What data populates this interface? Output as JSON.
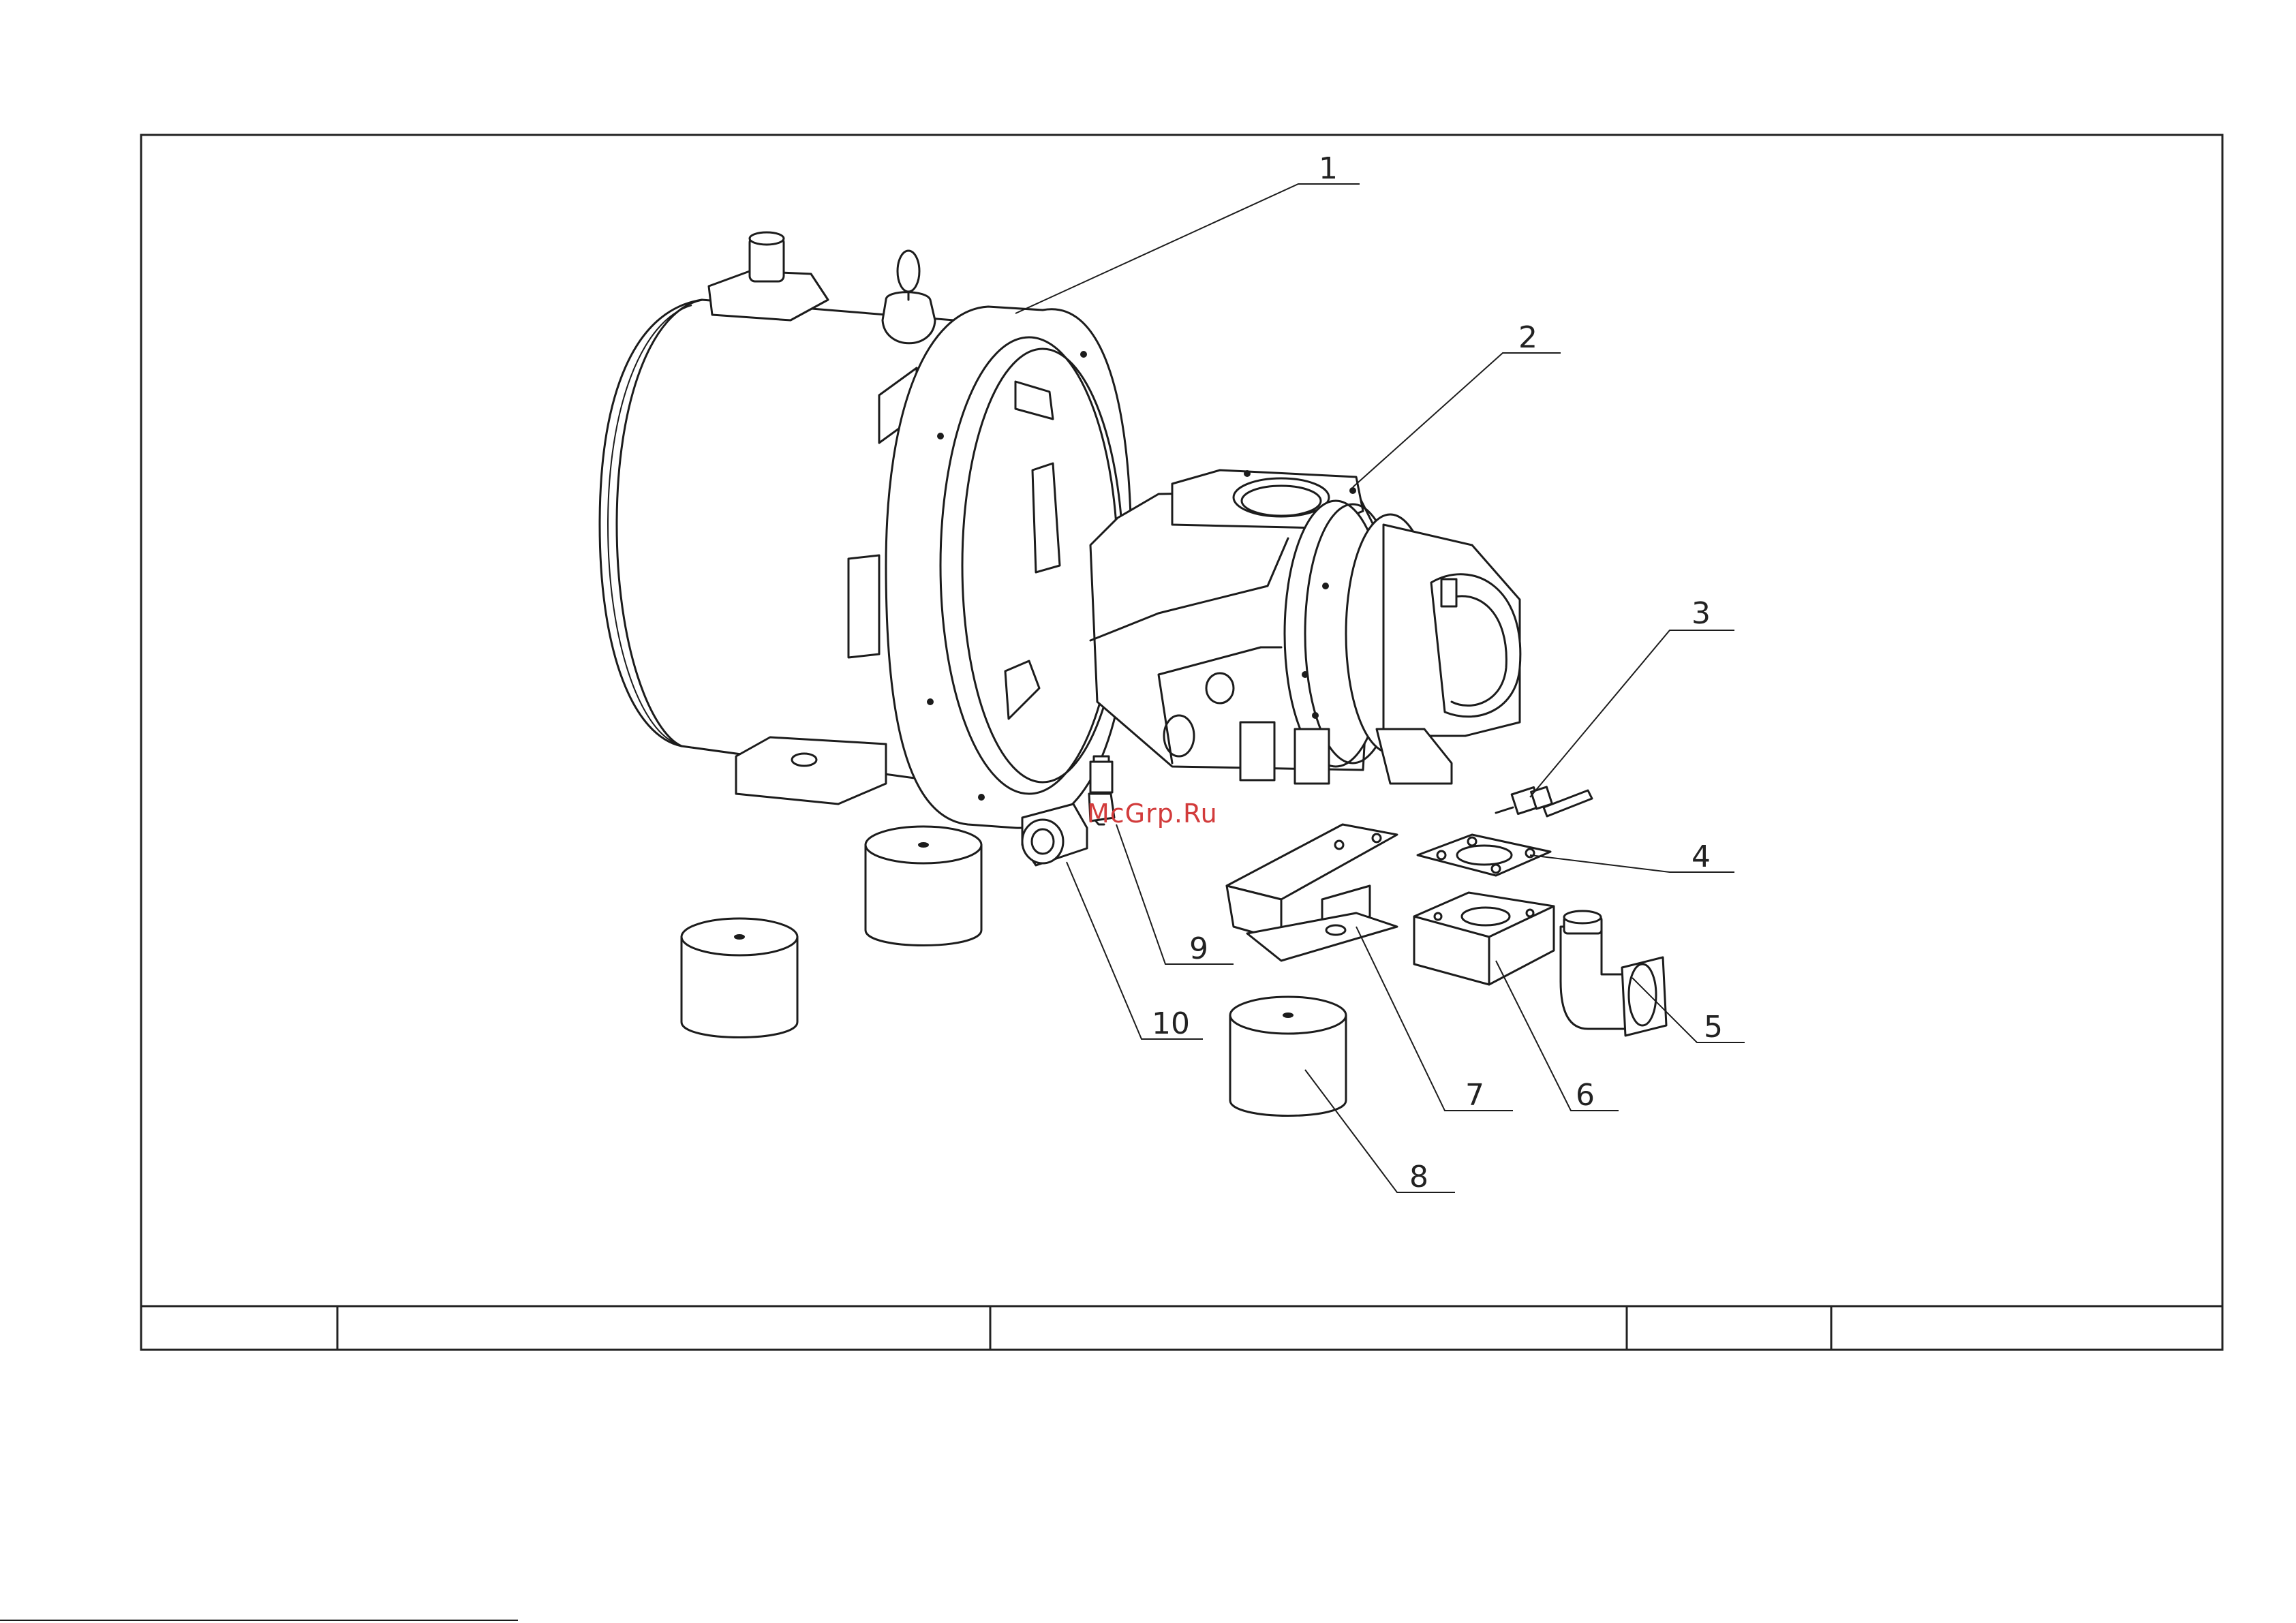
{
  "callouts": [
    {
      "label": "1"
    },
    {
      "label": "2"
    },
    {
      "label": "3"
    },
    {
      "label": "4"
    },
    {
      "label": "5"
    },
    {
      "label": "6"
    },
    {
      "label": "7"
    },
    {
      "label": "8"
    },
    {
      "label": "9"
    },
    {
      "label": "10"
    }
  ],
  "watermark": "McGrp.Ru",
  "title_block": {
    "cells": [
      "",
      "",
      "",
      "",
      ""
    ]
  },
  "colors": {
    "line": "#1c1c1c",
    "watermark": "#d23b3b",
    "background": "#ffffff"
  }
}
